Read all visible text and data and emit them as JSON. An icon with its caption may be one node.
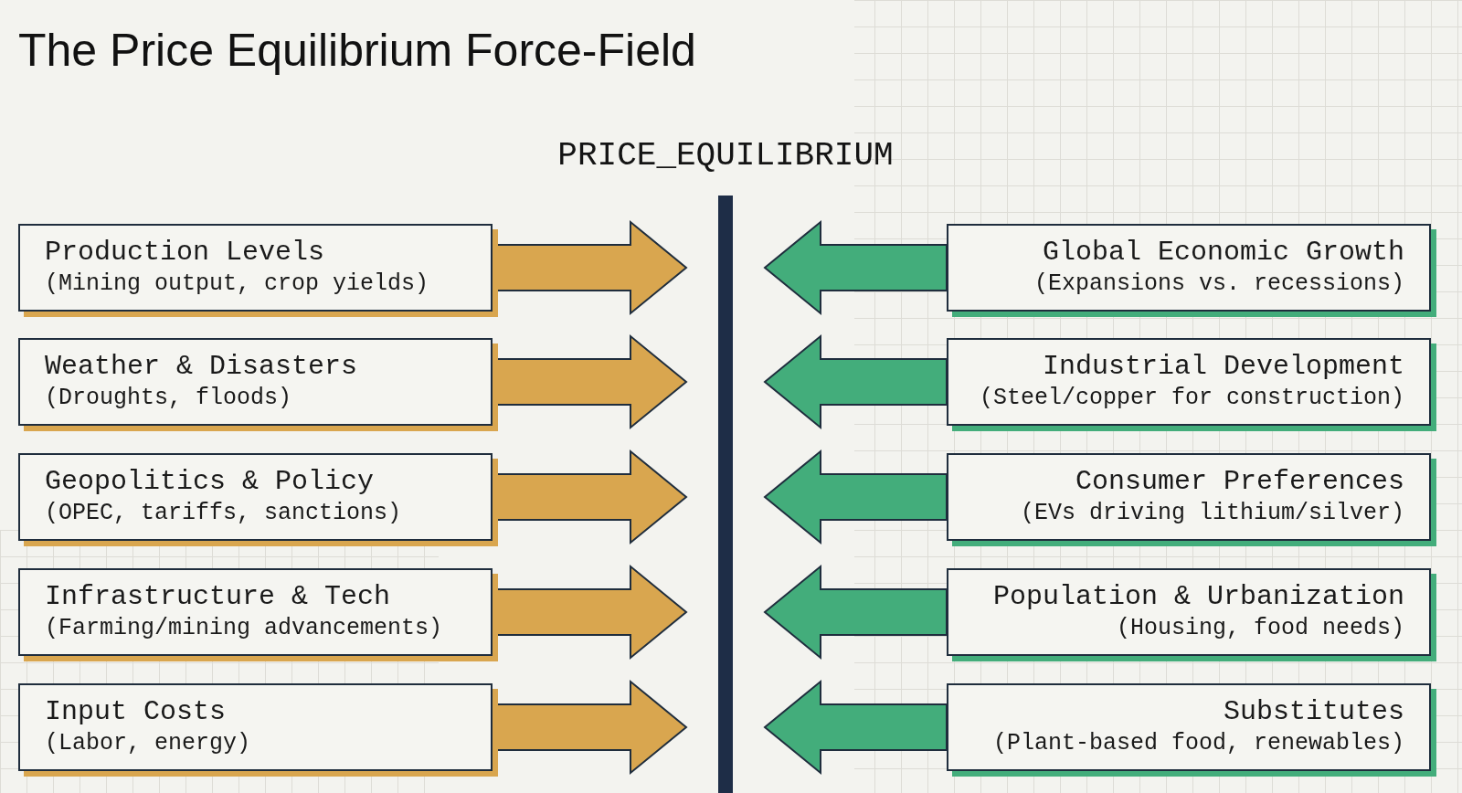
{
  "diagram": {
    "title": "The Price Equilibrium Force-Field",
    "nodes": [
      {
        "text": [],
        "shape": "bar"
      },
      {
        "text": [
          "Production Levels",
          "(Mining output, crop yields)"
        ]
      },
      {
        "text": [
          "Weather & Disasters",
          "(Droughts, floods)"
        ]
      },
      {
        "text": [
          "Geopolitics & Policy",
          "(OPEC, tariffs, sanctions)"
        ]
      },
      {
        "text": [
          "Infrastructure & Tech",
          "(Farming/mining advancements)"
        ]
      },
      {
        "text": [
          "Input Costs",
          "(Labor, energy)"
        ]
      },
      {
        "text": [
          "Global Economic Growth",
          "(Expansions vs. recessions)"
        ]
      },
      {
        "text": [
          "Industrial Development",
          "(Steel/copper for construction)"
        ]
      },
      {
        "text": [
          "Consumer Preferences",
          "(EVs driving lithium/silver)"
        ]
      },
      {
        "text": [
          "Population & Urbanization",
          "(Housing, food needs)"
        ]
      },
      {
        "text": [
          "Substitutes",
          "(Plant-based food, renewables)"
        ]
      }
    ],
    "edges": [
      {
        "from": 1,
        "to": 0,
        "arrow": "to",
        "color": "#d9a64f"
      },
      {
        "from": 2,
        "to": 0,
        "arrow": "to",
        "color": "#d9a64f"
      },
      {
        "from": 3,
        "to": 0,
        "arrow": "to",
        "color": "#d9a64f"
      },
      {
        "from": 4,
        "to": 0,
        "arrow": "to",
        "color": "#d9a64f"
      },
      {
        "from": 5,
        "to": 0,
        "arrow": "to",
        "color": "#d9a64f"
      },
      {
        "from": 6,
        "to": 0,
        "arrow": "to",
        "color": "#43ad7b"
      },
      {
        "from": 7,
        "to": 0,
        "arrow": "to",
        "color": "#43ad7b"
      },
      {
        "from": 8,
        "to": 0,
        "arrow": "to",
        "color": "#43ad7b"
      },
      {
        "from": 9,
        "to": 0,
        "arrow": "to",
        "color": "#43ad7b"
      },
      {
        "from": 10,
        "to": 0,
        "arrow": "to",
        "color": "#43ad7b"
      }
    ],
    "labels": [
      "PRICE_EQUILIBRIUM"
    ]
  }
}
